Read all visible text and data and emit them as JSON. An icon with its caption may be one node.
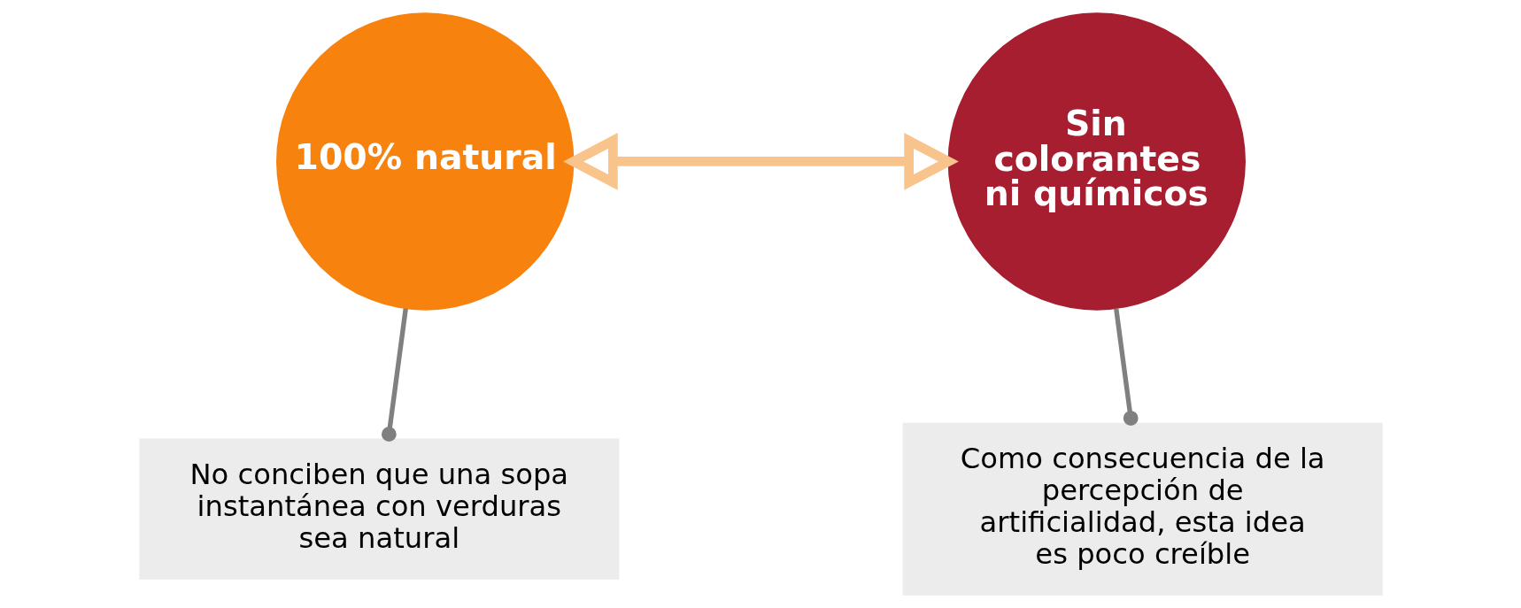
{
  "diagram": {
    "nodes": [
      {
        "text": [
          "100% natural"
        ]
      },
      {
        "text": [
          "Sin colorantes ni químicos"
        ]
      },
      {
        "text": [
          "No conciben que una sopa instantánea con verduras sea natural"
        ]
      },
      {
        "text": [
          "Como consecuencia de la percepción de artificialidad, esta idea es poco creíble"
        ]
      }
    ],
    "edges": [
      {
        "from": 0,
        "to": 1,
        "arrow": "both",
        "style": "thick",
        "color": "#f9c48c"
      },
      {
        "from": 0,
        "to": 2,
        "arrow": "other"
      },
      {
        "from": 1,
        "to": 3,
        "arrow": "other"
      }
    ]
  }
}
